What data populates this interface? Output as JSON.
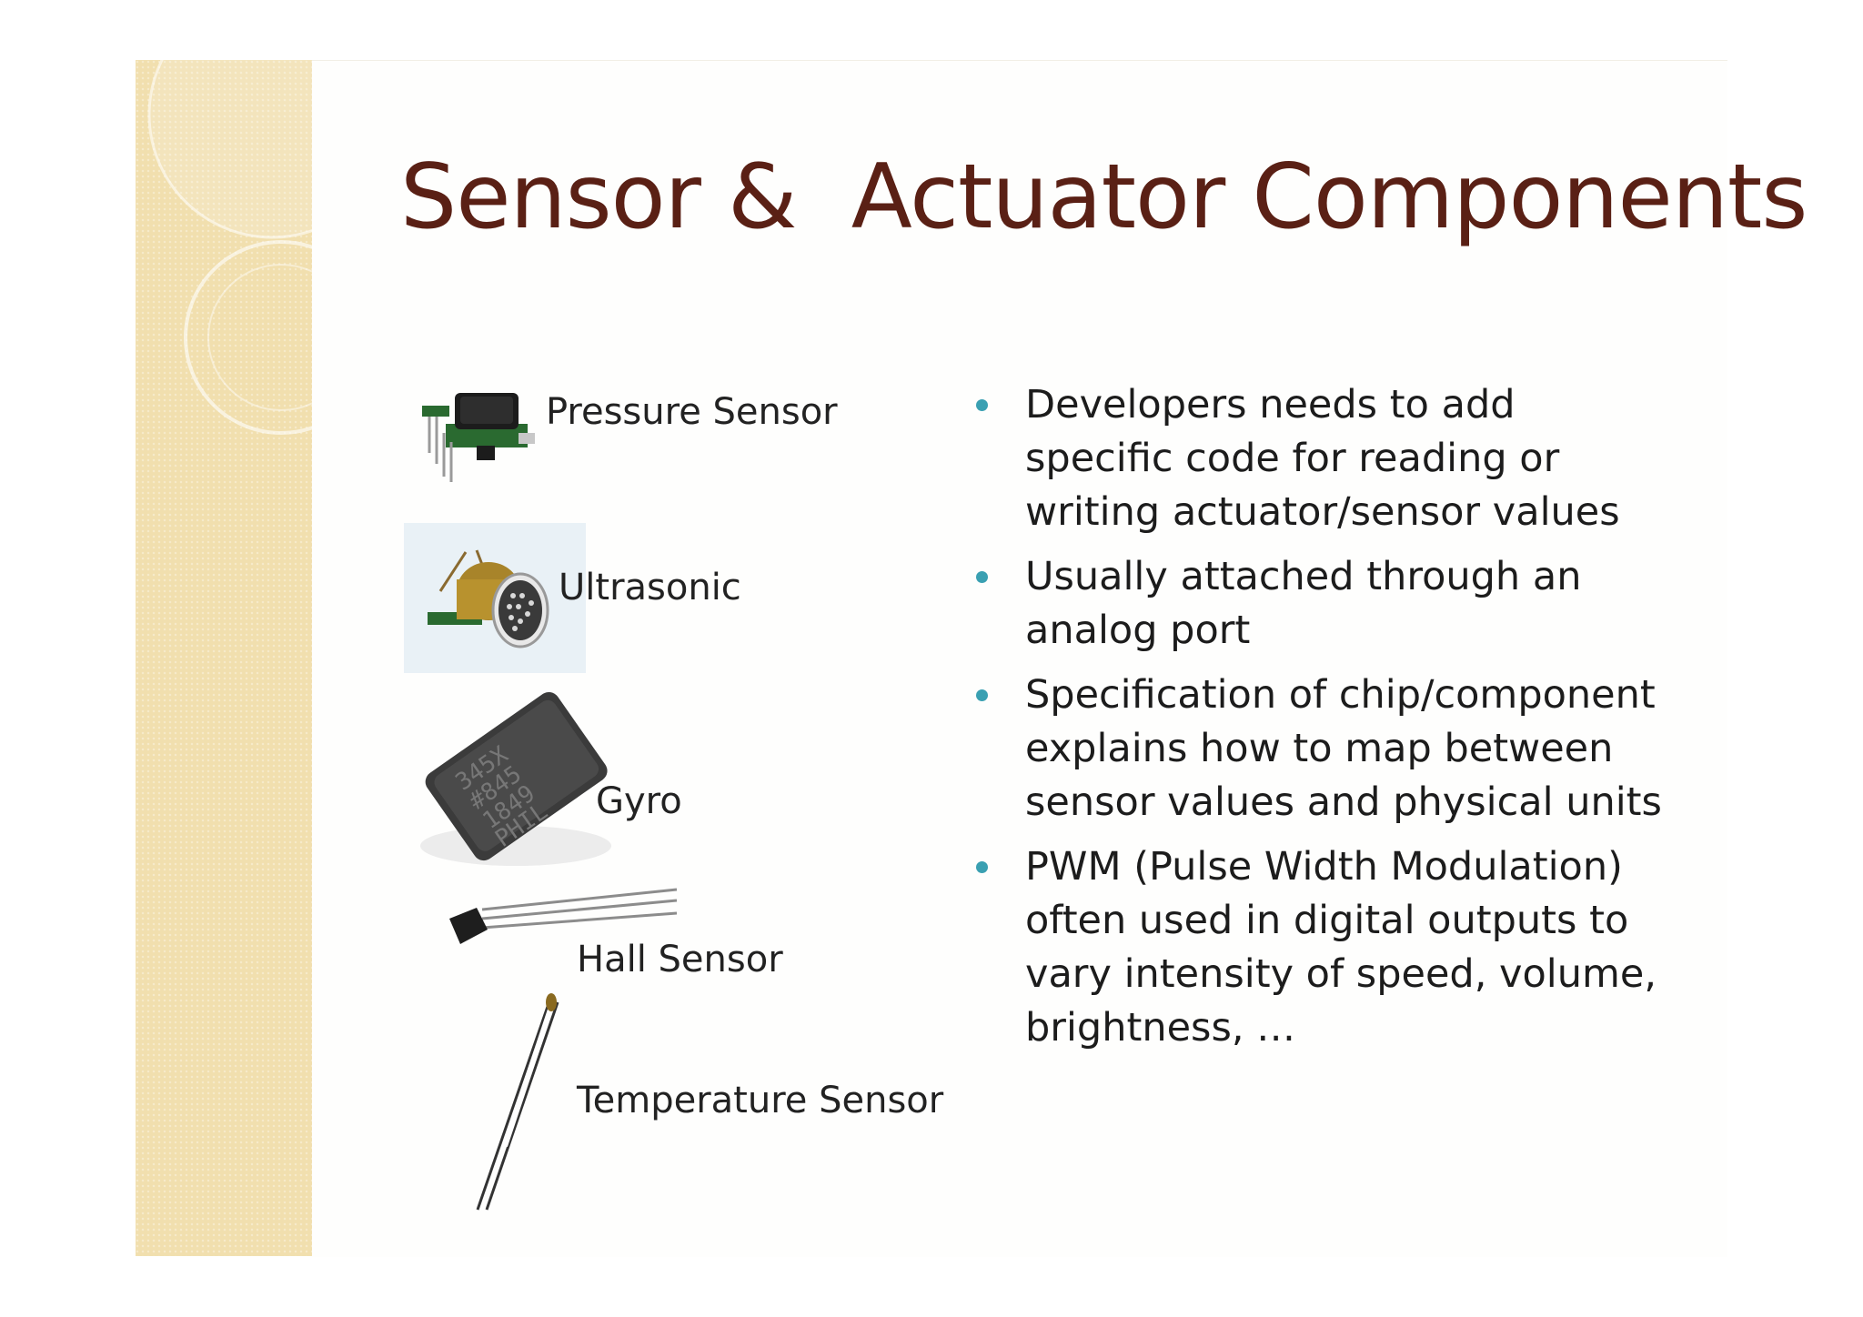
{
  "slide": {
    "title": "Sensor &  Actuator Components",
    "colors": {
      "title": "#5a2015",
      "side_band": "#f1dfae",
      "bullet": "#3aa0b2",
      "body_text": "#1c1c1c"
    }
  },
  "components": [
    {
      "label": "Pressure Sensor",
      "icon": "pressure-sensor-chip-icon"
    },
    {
      "label": "Ultrasonic",
      "icon": "ultrasonic-transducer-icon"
    },
    {
      "label": "Gyro",
      "icon": "gyro-chip-icon"
    },
    {
      "label": "Hall Sensor",
      "icon": "hall-sensor-icon"
    },
    {
      "label": "Temperature Sensor",
      "icon": "temperature-probe-icon"
    }
  ],
  "gyro_chip_marking": [
    "345X",
    "#845",
    "1849",
    "PHIL"
  ],
  "bullets": [
    "Developers needs to add specific code for reading or writing actuator/sensor values",
    "Usually attached through an analog port",
    "Specification of chip/component explains how to map between sensor values and physical units",
    "PWM (Pulse Width Modulation) often used in digital outputs to vary intensity of speed, volume, brightness, …"
  ]
}
